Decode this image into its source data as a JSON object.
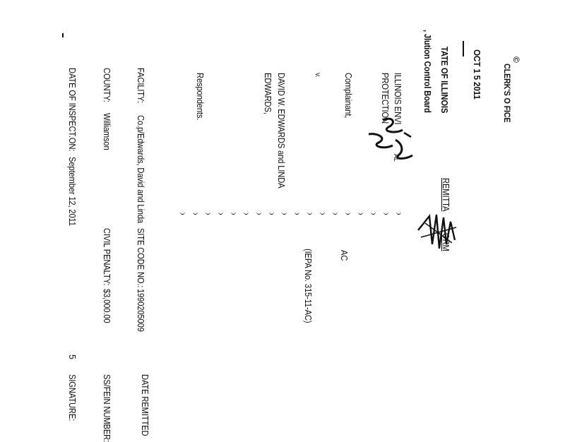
{
  "header": {
    "copyright_mark": "©",
    "clerks_office": "CLERK'S O FICE",
    "received_date": "OCT 1 5 2011",
    "state": "TATE OF ILLINOIS",
    "board": ", Jlution Control Board"
  },
  "caption": {
    "complainant_line1": "ILLINOIS ENVI",
    "complainant_line2": "PROTECTION",
    "al_suffix": "AL",
    "complainant_label": "Complainant,",
    "versus": "v.",
    "respondent_line1": "DAVID W. EDWARDS and LINDA",
    "respondent_line2": "EDWARDS,",
    "respondents_label": "Respondents.",
    "remittance_label": "REMITTA",
    "form_label": "ORM",
    "ac_label": "AC",
    "iepa_no": "(IEPA No. 315-11-AC)"
  },
  "details": {
    "facility_label": "FACILITY:",
    "facility_value": "Co.p/Edwards, David and Linda",
    "county_label": "COUNTY:",
    "county_value": "Williamson",
    "inspection_label": "DATE OF INSPECT.ON:",
    "inspection_value": "September 12, 2011",
    "site_code_label": "SITE CODE NO.:",
    "site_code_value": "1990205009",
    "civil_penalty_label": "CIVIL PENALTY:",
    "civil_penalty_value": "$3,000.00",
    "date_remitted_label": "DATE REMITTED",
    "ssn_label": "SS/FEIN NUMBER:",
    "signature_label": "SIGNATURE:",
    "item_number": "5"
  }
}
